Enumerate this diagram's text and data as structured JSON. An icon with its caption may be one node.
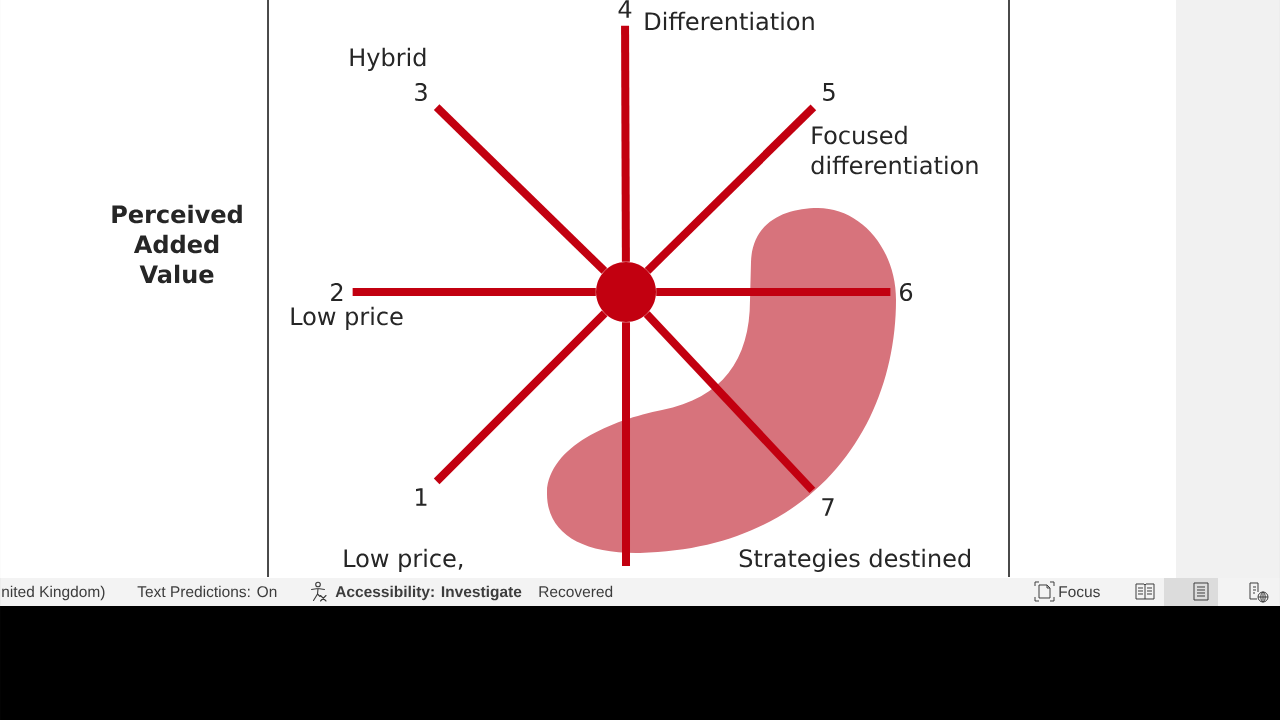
{
  "diagram": {
    "nodes": [
      {
        "text": [],
        "shape": "circle"
      },
      {
        "text": [
          "1"
        ],
        "beside": [
          "Low price,"
        ]
      },
      {
        "text": [
          "2"
        ],
        "beside": [
          "Low price"
        ]
      },
      {
        "text": [
          "3"
        ],
        "beside": [
          "Hybrid"
        ]
      },
      {
        "text": [
          "4"
        ],
        "beside": [
          "Differentiation"
        ]
      },
      {
        "text": [
          "5"
        ],
        "beside": [
          "Focused differentiation"
        ]
      },
      {
        "text": [
          "6"
        ]
      },
      {
        "text": [
          "7"
        ],
        "beside": [
          "Strategies destined"
        ]
      }
    ],
    "edges": [
      {
        "from": 0,
        "to": 1,
        "arrow": "none"
      },
      {
        "from": 0,
        "to": 2,
        "arrow": "none"
      },
      {
        "from": 0,
        "to": 3,
        "arrow": "none"
      },
      {
        "from": 0,
        "to": 4,
        "arrow": "none"
      },
      {
        "from": 0,
        "to": 5,
        "arrow": "none"
      },
      {
        "from": 0,
        "to": 6,
        "arrow": "none"
      },
      {
        "from": 0,
        "to": 7,
        "arrow": "none"
      },
      {
        "from": 0,
        "to": null,
        "arrow": "none"
      }
    ],
    "labels": [
      "Perceived Added Value",
      "nited Kingdom)",
      "Text Predictions: On",
      "Accessibility: Investigate",
      "Recovered",
      "Focus"
    ]
  }
}
